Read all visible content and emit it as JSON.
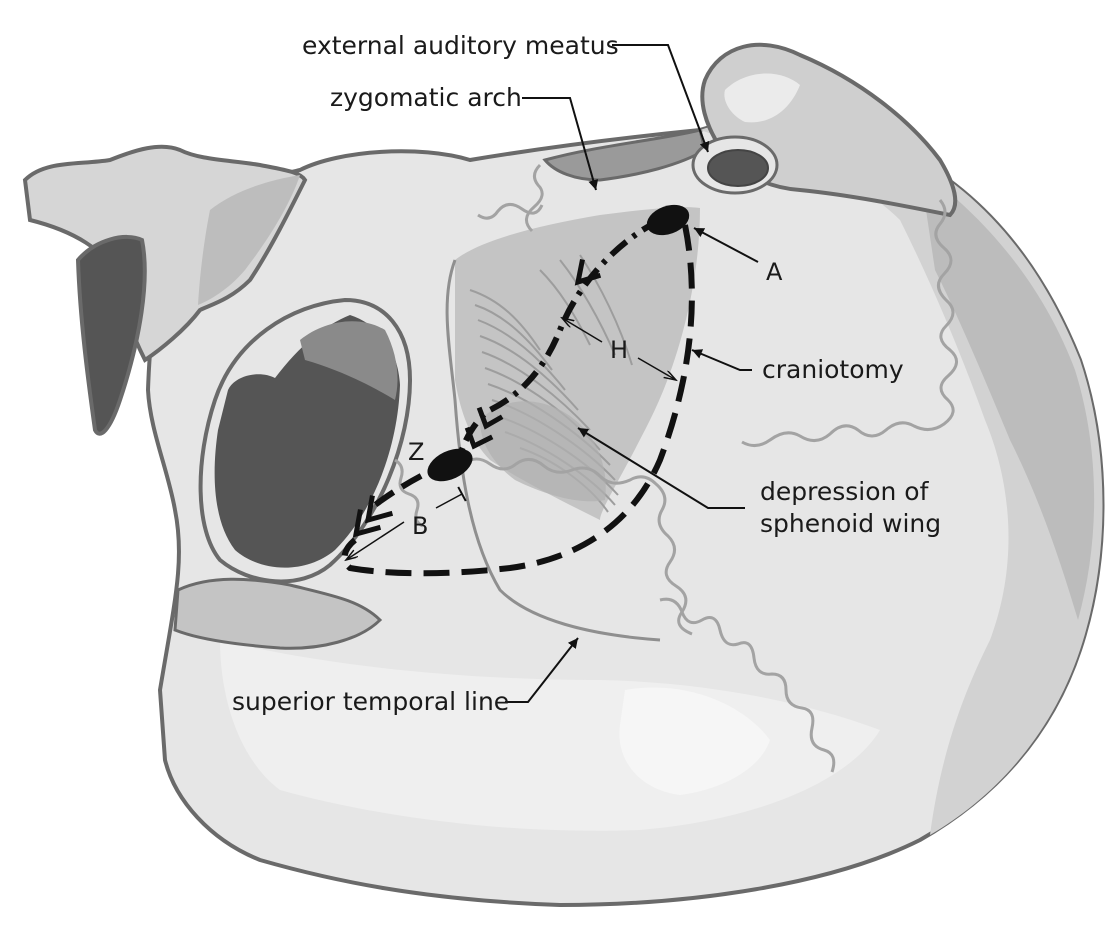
{
  "labels": {
    "external_auditory_meatus": "external auditory meatus",
    "zygomatic_arch": "zygomatic arch",
    "craniotomy": "craniotomy",
    "depression_line1": "depression of",
    "depression_line2": "sphenoid wing",
    "superior_temporal_line": "superior temporal line"
  },
  "markers": {
    "a": "A",
    "h": "H",
    "z": "Z",
    "b": "B"
  },
  "colors": {
    "bone_light": "#e6e6e6",
    "bone_mid": "#c4c4c4",
    "bone_dark": "#9a9a9a",
    "cavity": "#555555",
    "outline": "#6a6a6a",
    "suture": "#a3a3a3",
    "ink": "#111111"
  }
}
